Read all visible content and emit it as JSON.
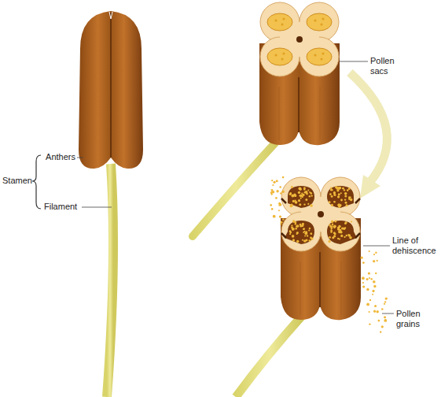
{
  "diagram": {
    "labels": [
      "Anthers",
      "Stamen",
      "Filament",
      "Pollen sacs",
      "Line of dehiscence",
      "Pollen grains"
    ]
  }
}
